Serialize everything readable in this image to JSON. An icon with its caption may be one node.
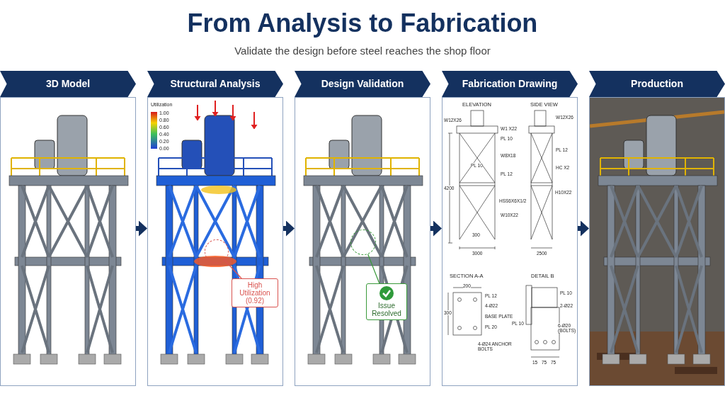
{
  "diagram": {
    "title": "From Analysis to Fabrication",
    "nodes": [
      {
        "text": [
          "3D Model"
        ]
      },
      {
        "text": [
          "Structural Analysis"
        ]
      },
      {
        "text": [
          "Design Validation"
        ]
      },
      {
        "text": [
          "Fabrication Drawing"
        ]
      },
      {
        "text": [
          "Production"
        ]
      },
      {
        "text": [
          "High Utilization (0.92)"
        ],
        "in": 1
      },
      {
        "text": [],
        "shape": "circle",
        "in": 1
      },
      {
        "text": [
          "Issue Resolved"
        ],
        "in": 2
      },
      {
        "text": [],
        "shape": "circle",
        "in": 2
      }
    ],
    "edges": [
      {
        "from": 0,
        "to": 1,
        "arrow": "to"
      },
      {
        "from": 1,
        "to": 2,
        "arrow": "to"
      },
      {
        "from": 2,
        "to": 3,
        "arrow": "to"
      },
      {
        "from": 3,
        "to": 4,
        "arrow": "to"
      },
      {
        "from": 5,
        "to": 6,
        "arrow": "none",
        "color": "#d9534f"
      },
      {
        "from": 7,
        "to": 8,
        "arrow": "none",
        "color": "#3a9a3a"
      }
    ],
    "labels": [
      "Validate the design before steel reaches the shop floor",
      "Utilization",
      "1.00",
      "0.80",
      "0.60",
      "0.40",
      "0.20",
      "0.00",
      "ELEVATION",
      "SIDE VIEW",
      "W12X26",
      "W1 X22",
      "PL 10",
      "W8X18",
      "PL 10",
      "PL 12",
      "HSS6X6X1/2",
      "W10X22",
      "4200",
      "300",
      "3000",
      "W12X26",
      "PL 12",
      "HC X2",
      "H10X22",
      "2500",
      "SECTION A-A",
      "200",
      "300",
      "PL 12",
      "4-Ø22",
      "BASE PLATE",
      "PL 20",
      "4-Ø24 ANCHOR BOLTS",
      "DETAIL B",
      "PL 10",
      "2-Ø22",
      "PL 10",
      "6-Ø20 (BOLTS)",
      "15",
      "75",
      "75"
    ]
  }
}
